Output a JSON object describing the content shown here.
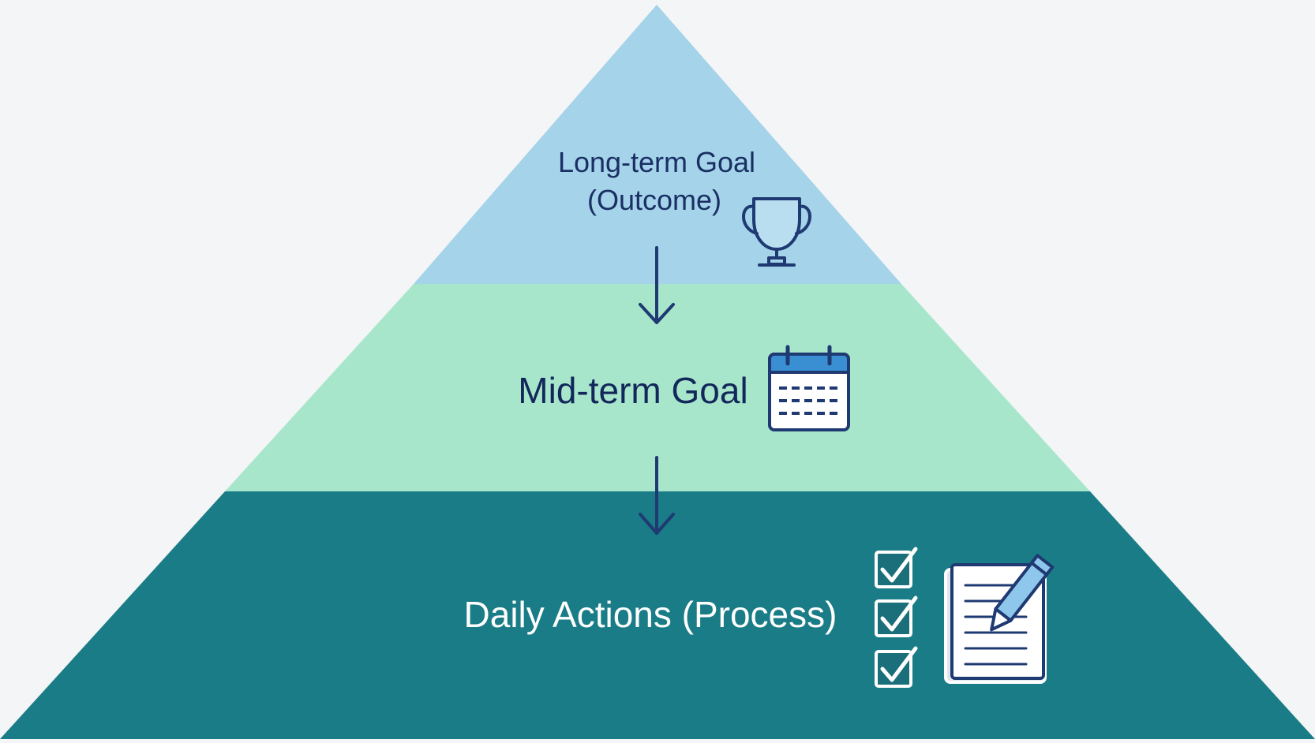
{
  "pyramid": {
    "top": {
      "line1": "Long-term Goal",
      "line2": "(Outcome)",
      "icon": "trophy-icon"
    },
    "middle": {
      "label": "Mid-term Goal",
      "icon": "calendar-icon"
    },
    "bottom": {
      "label": "Daily Actions (Process)",
      "icons": [
        "checklist-icon",
        "notepad-pencil-icon"
      ]
    }
  },
  "colors": {
    "background": "#f3f5f6",
    "top_tier": "#a4d3ea",
    "middle_tier": "#a8e6cc",
    "bottom_tier": "#197c87",
    "ink": "#1f3a72"
  }
}
